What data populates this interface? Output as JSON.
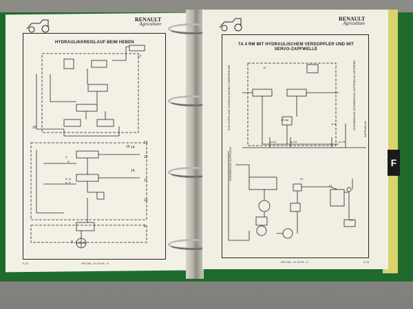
{
  "left_page": {
    "brand": "RENAULT",
    "brand_sub": "Agriculture",
    "title": "HYDRAULIKKREISLAUF BEIM HEBEN",
    "footer_left": "E.22",
    "footer_center": "WR 286 - 01.03.95 - D",
    "numbers": [
      "17",
      "16",
      "15",
      "14",
      "13",
      "12",
      "14",
      "11",
      "10",
      "9",
      "3"
    ],
    "port_labels": [
      "A",
      "R",
      "N",
      "A",
      "N",
      "R"
    ]
  },
  "right_page": {
    "brand": "RENAULT",
    "brand_sub": "Agriculture",
    "title": "7A 4 RM MIT HYDRAULISCHEM VERDOPPLER UND MIT SERVO-ZAPFWELLE",
    "footer_center": "WR 286 - 01.03.95 - D",
    "footer_right": "E.23",
    "vertical_labels": [
      "ZUR KUPPLUNG HYDRAULISCHEN VERDOPPLER",
      "SCHMIERUNG SCHMIERUNG ZAPFWELLE GETRIEBE",
      "SCHMIERUNG KUPPLUNG",
      "ZAPFWELLE"
    ],
    "small_labels": [
      "19",
      "20 bar",
      "ø 4.5",
      "ø 4.5",
      "ø 3",
      "ø 4.5",
      "21",
      "22",
      "23"
    ]
  },
  "tab": {
    "letter": "F"
  },
  "colors": {
    "binder": "#1f6b2e",
    "paper": "#f3f1e6",
    "tab": "#1a1a1a",
    "ring": "#b6b8bb"
  }
}
